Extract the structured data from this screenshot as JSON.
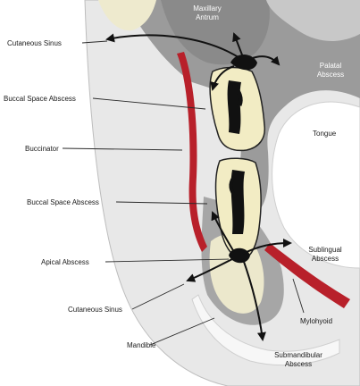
{
  "labels": {
    "maxillary_antrum": [
      "Maxillary",
      "Antrum"
    ],
    "palatal_abscess": [
      "Palatal",
      "Abscess"
    ],
    "cutaneous_sinus_top": "Cutaneous Sinus",
    "buccal_space_abscess_upper": "Buccal Space Abscess",
    "buccinator": "Buccinator",
    "tongue": "Tongue",
    "buccal_space_abscess_lower": "Buccal Space Abscess",
    "sublingual_abscess": [
      "Sublingual",
      "Abscess"
    ],
    "apical_abscess": "Apical Abscess",
    "cutaneous_sinus_bottom": "Cutaneous Sinus",
    "mylohyoid": "Mylohyoid",
    "mandible": "Mandible",
    "submandibular_abscess": [
      "Submandibular",
      "Abscess"
    ]
  },
  "colors": {
    "soft_tissue": "#e6e6e6",
    "bone_gray": "#999999",
    "sinus_gray": "#8a8a8a",
    "tooth_cream": "#f2ecc4",
    "pulp_black": "#111111",
    "muscle_red": "#b8202a",
    "bone_cream": "#ece8cc"
  }
}
